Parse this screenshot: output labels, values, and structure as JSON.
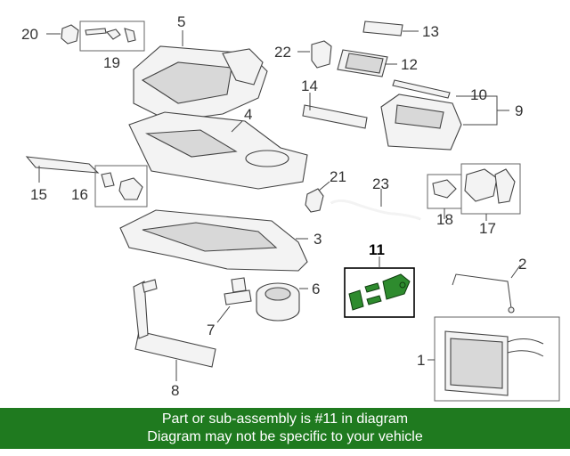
{
  "diagram": {
    "highlight_color": "#2e8b2e",
    "callouts": {
      "c1": "1",
      "c2": "2",
      "c3": "3",
      "c4": "4",
      "c5": "5",
      "c6": "6",
      "c7": "7",
      "c8": "8",
      "c9": "9",
      "c10": "10",
      "c11": "11",
      "c12": "12",
      "c13": "13",
      "c14": "14",
      "c15": "15",
      "c16": "16",
      "c17": "17",
      "c18": "18",
      "c19": "19",
      "c20": "20",
      "c21": "21",
      "c22": "22",
      "c23": "23"
    }
  },
  "banner": {
    "background": "#1f7a1f",
    "line1": "Part or sub-assembly is #11 in diagram",
    "line2": "Diagram may not be specific to your vehicle"
  }
}
